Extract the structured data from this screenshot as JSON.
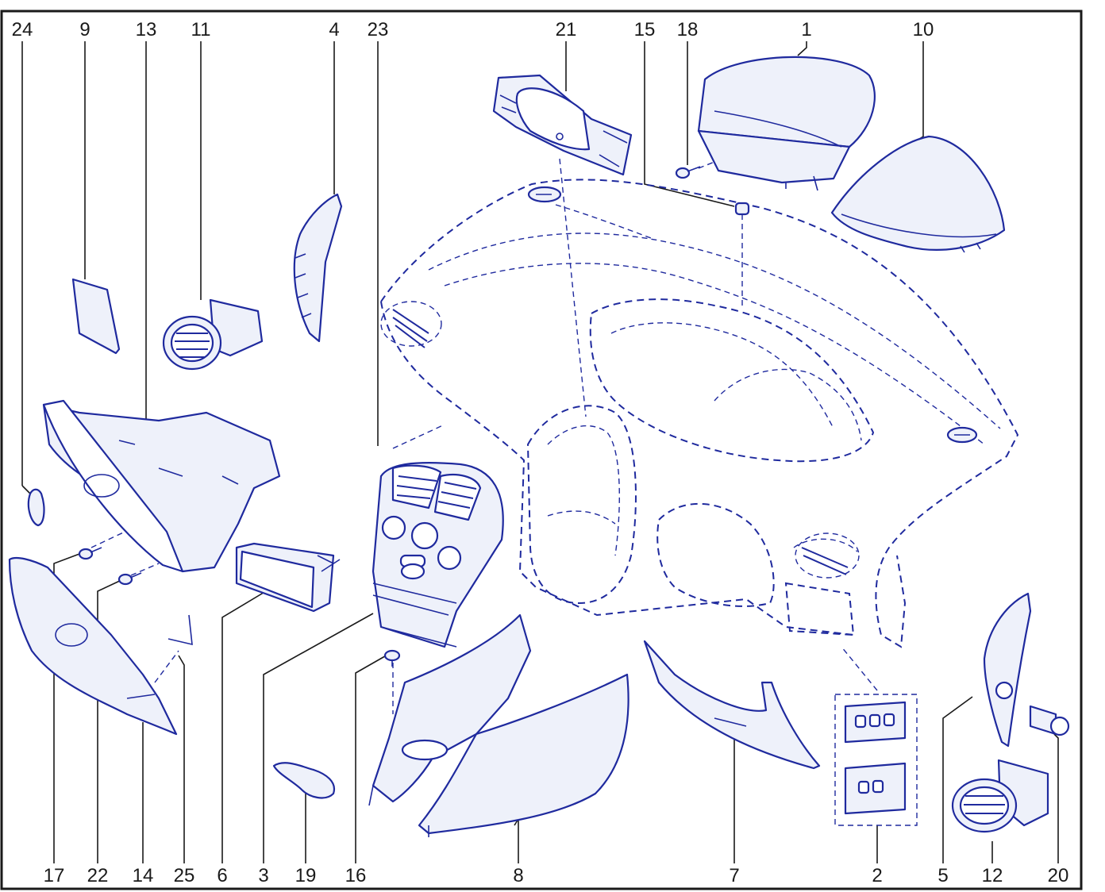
{
  "diagram": {
    "callouts_top": [
      "24",
      "9",
      "13",
      "11",
      "4",
      "23",
      "21",
      "15",
      "18",
      "1",
      "10"
    ],
    "callouts_bottom": [
      "17",
      "22",
      "14",
      "25",
      "6",
      "3",
      "19",
      "16",
      "8",
      "7",
      "2",
      "5",
      "12",
      "20"
    ],
    "colors": {
      "line": "#1f2a9e",
      "fill": "#eef1fa",
      "frame": "#1a1a1a",
      "label": "#1a1a1a"
    }
  }
}
